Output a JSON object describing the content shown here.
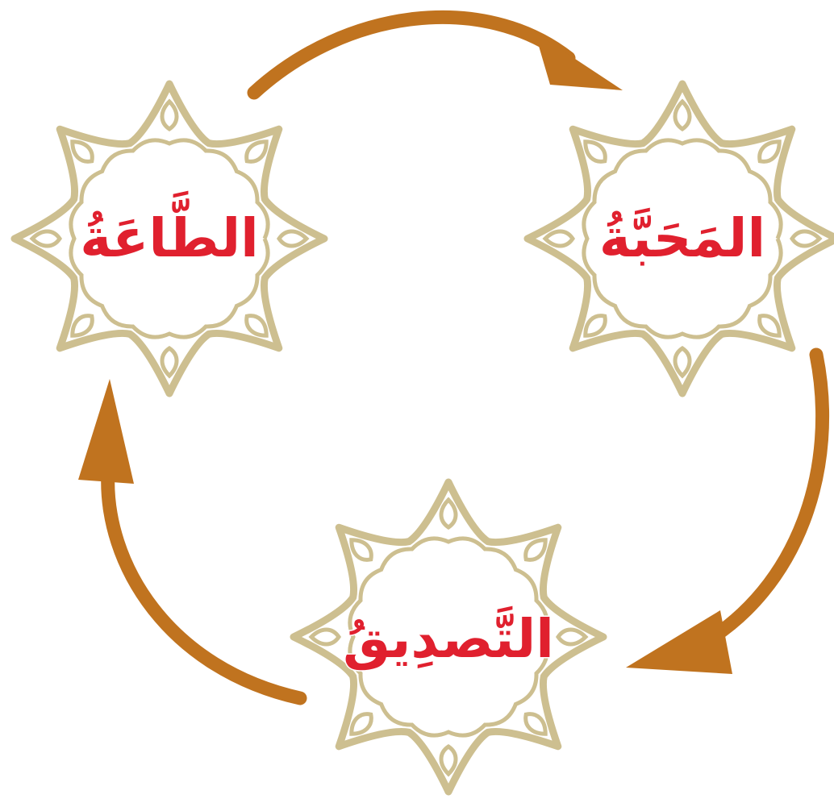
{
  "diagram": {
    "type": "cycle",
    "nodes": [
      {
        "id": "obedience",
        "label": "الطَّاعَةُ"
      },
      {
        "id": "love",
        "label": "المَحَبَّةُ"
      },
      {
        "id": "belief",
        "label": "التَّصدِيقُ"
      }
    ],
    "edges": [
      {
        "from": "obedience",
        "to": "love"
      },
      {
        "from": "love",
        "to": "belief"
      },
      {
        "from": "belief",
        "to": "obedience"
      }
    ]
  },
  "colors": {
    "arrow": "#c0731f",
    "ornament_stroke": "#cdbf90",
    "ornament_fill": "#ffffff",
    "label": "#e0202e",
    "label_outline": "#ffffff"
  }
}
